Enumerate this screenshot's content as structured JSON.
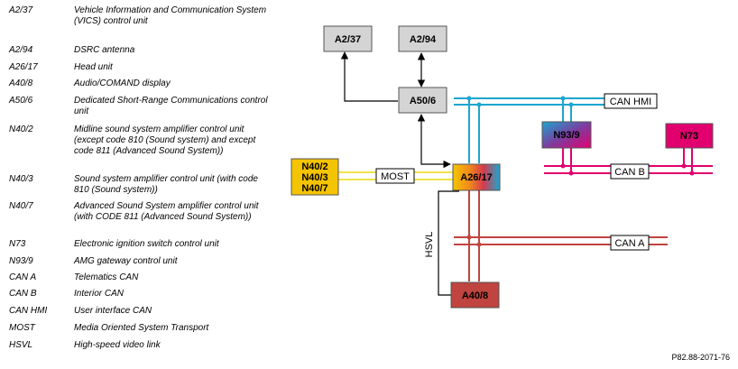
{
  "legend": [
    {
      "code": "A2/37",
      "desc": "Vehicle Information and Communication System (VICS) control unit"
    },
    {
      "code": "A2/94",
      "desc": "DSRC antenna"
    },
    {
      "code": "A26/17",
      "desc": "Head unit"
    },
    {
      "code": "A40/8",
      "desc": "Audio/COMAND display"
    },
    {
      "code": "A50/6",
      "desc": "Dedicated Short-Range Communications control unit"
    },
    {
      "code": "N40/2",
      "desc": "Midline sound system amplifier control unit (except code 810 (Sound system) and except code 811 (Advanced Sound System))"
    },
    {
      "code": "N40/3",
      "desc": "Sound system amplifier control unit (with code 810 (Sound system))"
    },
    {
      "code": "N40/7",
      "desc": "Advanced Sound System amplifier control unit (with CODE 811 (Advanced Sound System))"
    },
    {
      "code": "N73",
      "desc": "Electronic ignition switch control unit"
    },
    {
      "code": "N93/9",
      "desc": "AMG gateway control unit"
    },
    {
      "code": "CAN A",
      "desc": "Telematics CAN"
    },
    {
      "code": "CAN B",
      "desc": "Interior CAN"
    },
    {
      "code": "CAN HMI",
      "desc": "User interface CAN"
    },
    {
      "code": "MOST",
      "desc": "Media Oriented System Transport"
    },
    {
      "code": "HSVL",
      "desc": "High-speed video link"
    }
  ],
  "diagram": {
    "boxes": {
      "a2_37": "A2/37",
      "a2_94": "A2/94",
      "a50_6": "A50/6",
      "n40": [
        "N40/2",
        "N40/3",
        "N40/7"
      ],
      "a26_17": "A26/17",
      "n93_9": "N93/9",
      "n73": "N73",
      "a40_8": "A40/8"
    },
    "buses": {
      "can_hmi": "CAN HMI",
      "can_b": "CAN B",
      "can_a": "CAN A",
      "most": "MOST",
      "hsvl": "HSVL"
    },
    "colors": {
      "can_hmi": "#1ba6cf",
      "can_b": "#e2006e",
      "can_a": "#c0443f",
      "most": "#f2e24a",
      "grey_box": "#d4d4d4",
      "n40_box": "#f5c400",
      "n73_box": "#e2006e",
      "a40_box": "#c0443f"
    }
  },
  "reference": "P82.88-2071-76"
}
